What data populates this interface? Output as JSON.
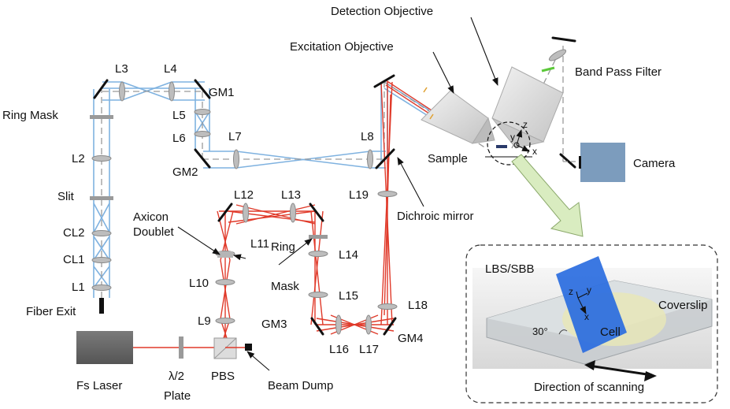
{
  "labels": {
    "detection_objective": "Detection Objective",
    "excitation_objective": "Excitation Objective",
    "band_pass_filter": "Band Pass Filter",
    "camera": "Camera",
    "sample": "Sample",
    "dichroic_mirror": "Dichroic mirror",
    "ring_mask_top": "Ring Mask",
    "ring_mask_mid_1": "Ring",
    "ring_mask_mid_2": "Mask",
    "slit": "Slit",
    "fiber_exit": "Fiber Exit",
    "fs_laser": "Fs Laser",
    "half_wave_1": "λ/2",
    "half_wave_2": "Plate",
    "pbs": "PBS",
    "beam_dump": "Beam Dump",
    "axicon_1": "Axicon",
    "axicon_2": "Doublet",
    "L1": "L1",
    "L2": "L2",
    "L3": "L3",
    "L4": "L4",
    "L5": "L5",
    "L6": "L6",
    "L7": "L7",
    "L8": "L8",
    "L9": "L9",
    "L10": "L10",
    "L11": "L11",
    "L12": "L12",
    "L13": "L13",
    "L14": "L14",
    "L15": "L15",
    "L16": "L16",
    "L17": "L17",
    "L18": "L18",
    "L19": "L19",
    "CL1": "CL1",
    "CL2": "CL2",
    "GM1": "GM1",
    "GM2": "GM2",
    "GM3": "GM3",
    "GM4": "GM4"
  },
  "axes": {
    "z": "z",
    "y": "y",
    "x": "x"
  },
  "inset": {
    "lbs_sbb": "LBS/SBB",
    "coverslip": "Coverslip",
    "cell": "Cell",
    "angle": "30°",
    "direction": "Direction of scanning",
    "axes": {
      "z": "z",
      "y": "y",
      "x": "x"
    }
  },
  "colors": {
    "blue_beam": "#7fb2e0",
    "red_beam": "#e03a2a",
    "dashed_axis": "#9a9a9a",
    "camera": "#7c9cbd",
    "laser": "#6a6a6a",
    "filter_green": "#5cc83a",
    "arrow_green": "#d9ecc0",
    "sheet_blue": "#2a6de0"
  }
}
